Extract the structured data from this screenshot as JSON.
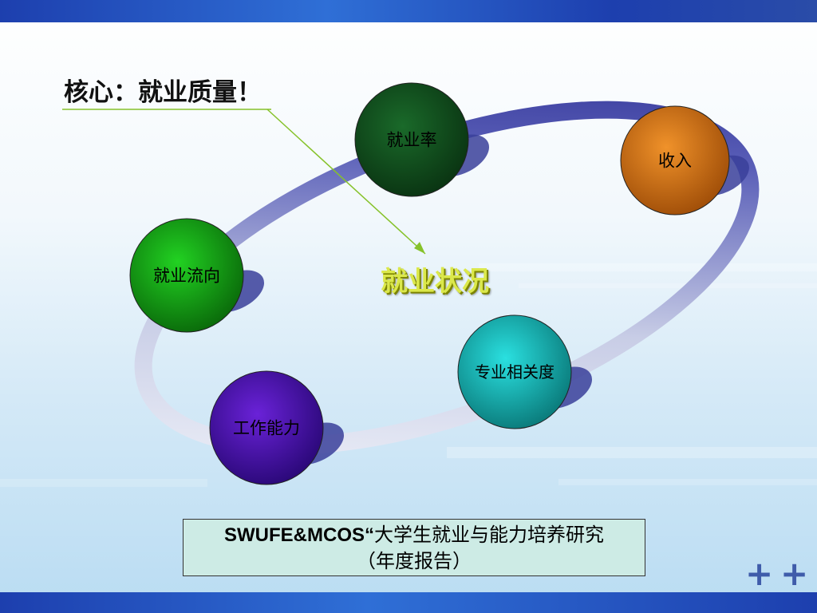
{
  "header_text": "核心：就业质量！",
  "center_text": "就业状况",
  "nodes": [
    {
      "id": "employment-rate",
      "label": "就业率",
      "color": "#1a6a2a",
      "dark": "#0a3412"
    },
    {
      "id": "income",
      "label": "收入",
      "color": "#f0922a",
      "dark": "#a04e08"
    },
    {
      "id": "employment-direction",
      "label": "就业流向",
      "color": "#22d222",
      "dark": "#0a6a0a"
    },
    {
      "id": "major-relevance",
      "label": "专业相关度",
      "color": "#2ae0e0",
      "dark": "#0a7a7a"
    },
    {
      "id": "work-ability",
      "label": "工作能力",
      "color": "#6a22d8",
      "dark": "#2a0878"
    }
  ],
  "footer": {
    "source_name": "SWUFE&MCOS“",
    "source_title": "大学生就业与能力培养研究",
    "report_type": "（年度报告）"
  },
  "decorations": {
    "plus_symbol": "+"
  }
}
